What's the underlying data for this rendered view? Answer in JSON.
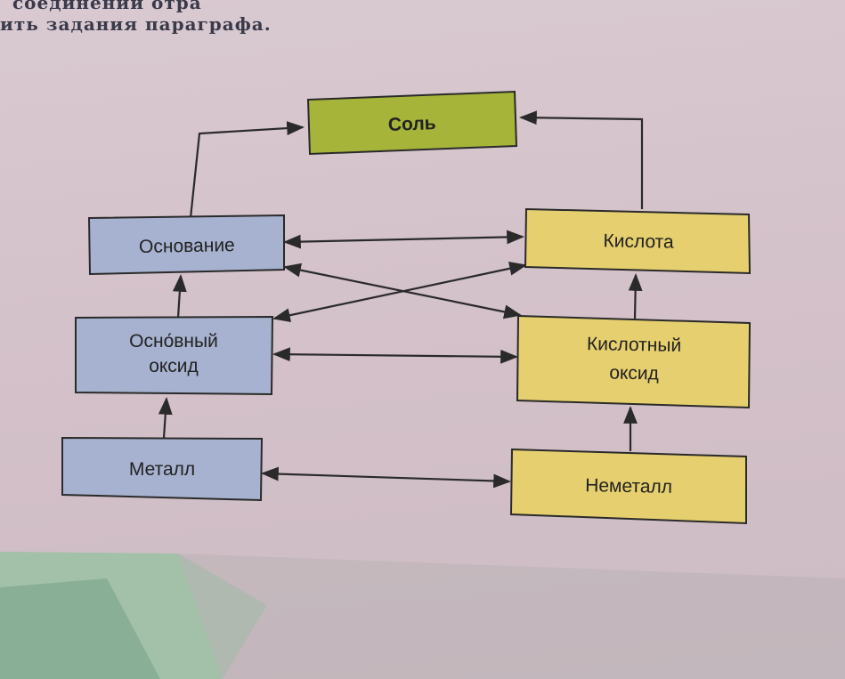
{
  "header": {
    "line1": "соединений отра",
    "line2": "ить задания параграфа."
  },
  "diagram": {
    "nodes": {
      "salt": "Соль",
      "base": "Основание",
      "acid": "Кислота",
      "basic_oxide_line1": "Осно́вный",
      "basic_oxide_line2": "оксид",
      "acidic_oxide_line1": "Кислотный",
      "acidic_oxide_line2": "оксид",
      "metal": "Металл",
      "nonmetal": "Неметалл"
    }
  },
  "colors": {
    "salt": "#a6b43a",
    "blue_box": "#a6b2cf",
    "yellow_box": "#e6cf6e",
    "arrow": "#2a2a2a"
  }
}
